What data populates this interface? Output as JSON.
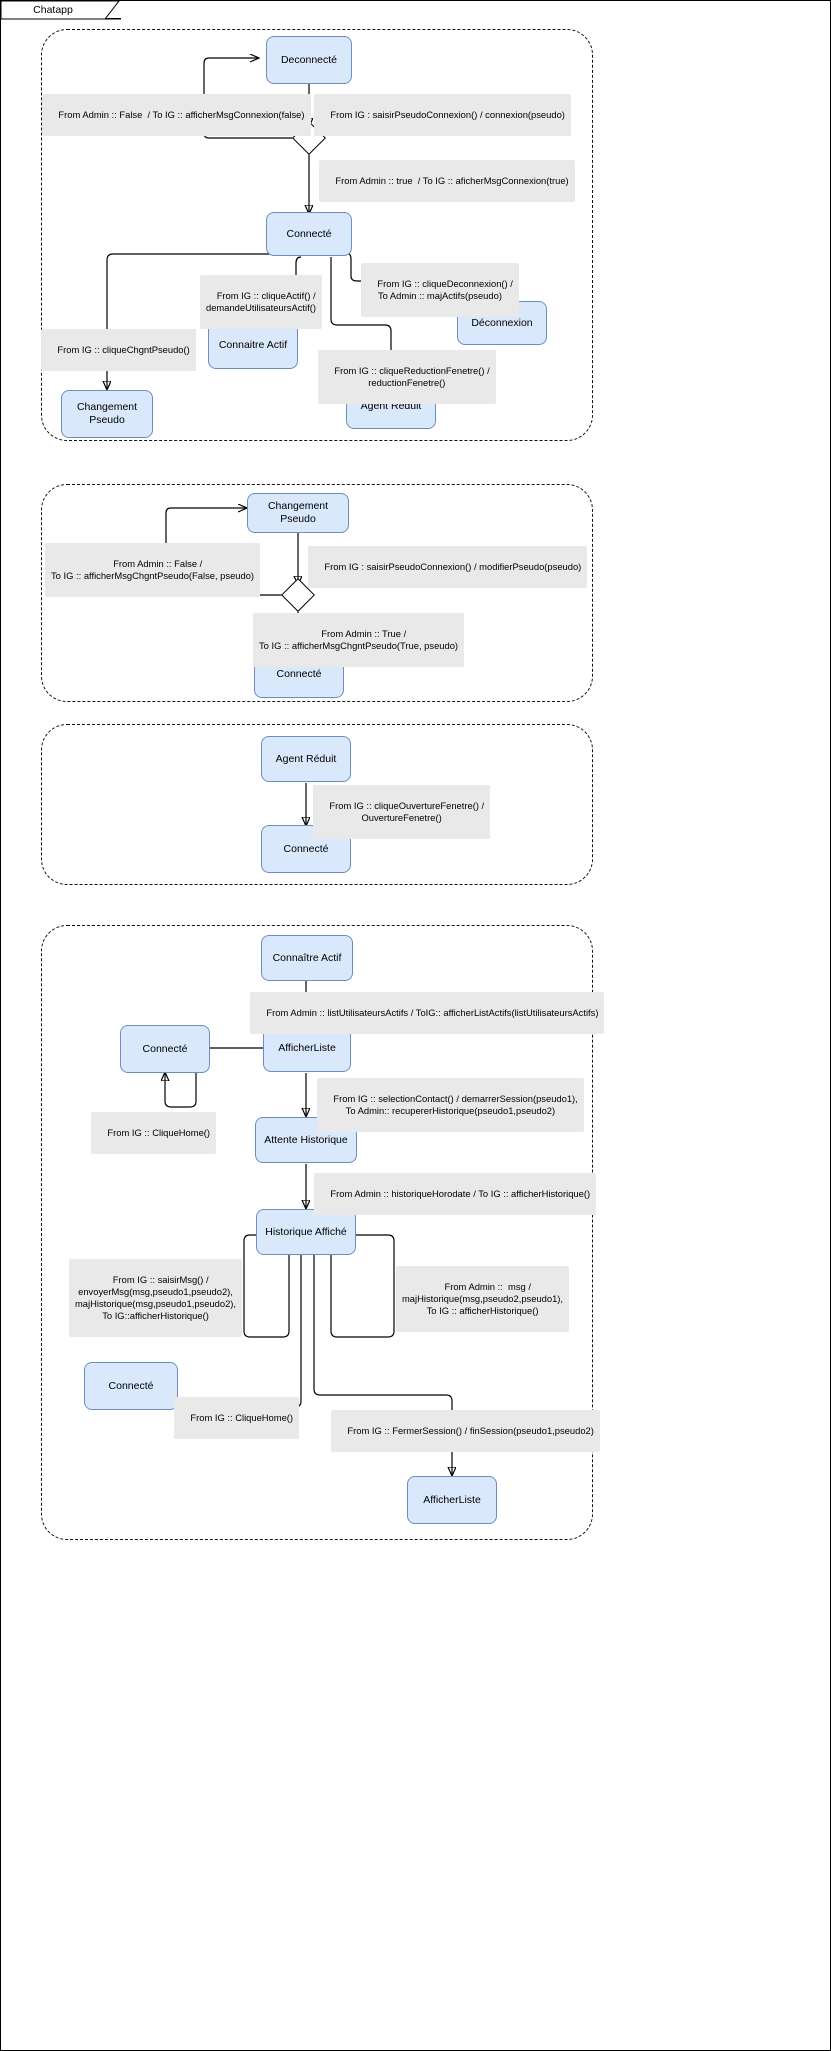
{
  "window": {
    "tab_title": "Chatapp"
  },
  "diagram": {
    "type": "uml-state-machine",
    "regions": [
      {
        "id": "region-connexion",
        "states": [
          {
            "id": "deconnecte",
            "label": "Deconnecté"
          },
          {
            "id": "connecte",
            "label": "Connecté"
          },
          {
            "id": "connaitre-actif",
            "label": "Connaitre Actif"
          },
          {
            "id": "deconnexion",
            "label": "Déconnexion"
          },
          {
            "id": "changement-pseudo",
            "label": "Changement Pseudo"
          },
          {
            "id": "agent-reduit",
            "label": "Agent Réduit"
          }
        ],
        "transitions": [
          {
            "id": "t1",
            "label": "From Admin :: False  / To IG :: afficherMsgConnexion(false)"
          },
          {
            "id": "t2",
            "label": "From IG : saisirPseudoConnexion() / connexion(pseudo)"
          },
          {
            "id": "t3",
            "label": "From Admin :: true  / To IG :: aficherMsgConnexion(true)"
          },
          {
            "id": "t4",
            "label": "From IG :: cliqueActif() /\ndemandeUtilisateursActif()"
          },
          {
            "id": "t5",
            "label": "From IG :: cliqueDeconnexion() /\nTo Admin :: majActifs(pseudo)"
          },
          {
            "id": "t6",
            "label": "From IG :: cliqueChgntPseudo()"
          },
          {
            "id": "t7",
            "label": "From IG :: cliqueReductionFenetre() /\nreductionFenetre()"
          }
        ]
      },
      {
        "id": "region-chgt-pseudo",
        "states": [
          {
            "id": "changement-pseudo-2",
            "label": "Changement Pseudo"
          },
          {
            "id": "connecte-2",
            "label": "Connecté"
          }
        ],
        "transitions": [
          {
            "id": "t8",
            "label": "From Admin :: False /\nTo IG :: afficherMsgChgntPseudo(False, pseudo)"
          },
          {
            "id": "t9",
            "label": "From IG : saisirPseudoConnexion() / modifierPseudo(pseudo)"
          },
          {
            "id": "t10",
            "label": "From Admin :: True /\nTo IG :: afficherMsgChgntPseudo(True, pseudo)"
          }
        ]
      },
      {
        "id": "region-agent-reduit",
        "states": [
          {
            "id": "agent-reduit-2",
            "label": "Agent Réduit"
          },
          {
            "id": "connecte-3",
            "label": "Connecté"
          }
        ],
        "transitions": [
          {
            "id": "t11",
            "label": "From IG :: cliqueOuvertureFenetre() /\nOuvertureFenetre()"
          }
        ]
      },
      {
        "id": "region-historique",
        "states": [
          {
            "id": "connaitre-actif-2",
            "label": "Connaître Actif"
          },
          {
            "id": "afficherliste",
            "label": "AfficherListe"
          },
          {
            "id": "connecte-4",
            "label": "Connecté"
          },
          {
            "id": "attente-historique",
            "label": "Attente Historique"
          },
          {
            "id": "historique-affiche",
            "label": "Historique Affiché"
          },
          {
            "id": "connecte-5",
            "label": "Connecté"
          },
          {
            "id": "afficherliste-2",
            "label": "AfficherListe"
          }
        ],
        "transitions": [
          {
            "id": "t12",
            "label": "From Admin :: listUtilisateursActifs / ToIG:: afficherListActifs(listUtilisateursActifs)"
          },
          {
            "id": "t13",
            "label": "From IG :: selectionContact() / demarrerSession(pseudo1),\nTo Admin:: recupererHistorique(pseudo1,pseudo2)"
          },
          {
            "id": "t14",
            "label": "From IG :: CliqueHome()"
          },
          {
            "id": "t15",
            "label": "From Admin :: historiqueHorodate / To IG :: afficherHistorique()"
          },
          {
            "id": "t16",
            "label": "From IG :: saisirMsg() /\nenvoyerMsg(msg,pseudo1,pseudo2),\nmajHistorique(msg,pseudo1,pseudo2),\nTo IG::afficherHistorique()"
          },
          {
            "id": "t17",
            "label": "From Admin ::  msg /\nmajHistorique(msg,pseudo2,pseudo1),\nTo IG :: afficherHistorique()"
          },
          {
            "id": "t18",
            "label": "From IG :: CliqueHome()"
          },
          {
            "id": "t19",
            "label": "From IG :: FermerSession() / finSession(pseudo1,pseudo2)"
          }
        ]
      }
    ],
    "colors": {
      "state_fill": "#dae8fc",
      "state_stroke": "#6c8ebf",
      "label_fill": "#e9e9e9",
      "edge_stroke": "#000000",
      "region_stroke": "#111111"
    }
  }
}
